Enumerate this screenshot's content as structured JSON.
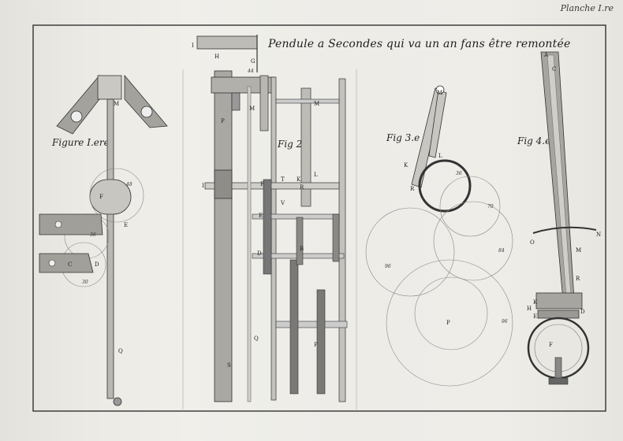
{
  "plate": {
    "label": "Planche I.re",
    "title": "Pendule a Secondes qui va un an fans être remontée"
  },
  "figures": [
    {
      "label": "Figure I.ere"
    },
    {
      "label": "Fig 2.e"
    },
    {
      "label": "Fig 3.e"
    },
    {
      "label": "Fig 4.e"
    }
  ],
  "letters": {
    "fig1": [
      "M",
      "F",
      "E",
      "C",
      "D",
      "Q"
    ],
    "fig1_numbers": [
      "48",
      "36",
      "30"
    ],
    "fig2": [
      "I",
      "H",
      "G",
      "44",
      "M",
      "M",
      "P",
      "T",
      "K",
      "L",
      "R",
      "I",
      "F",
      "V",
      "E",
      "D",
      "B",
      "Q",
      "P",
      "S"
    ],
    "fig3": [
      "M",
      "L",
      "K",
      "R",
      "P"
    ],
    "fig3_numbers": [
      "36",
      "70",
      "96",
      "84",
      "96"
    ],
    "fig4": [
      "A",
      "C",
      "O",
      "N",
      "M",
      "R",
      "K",
      "H",
      "E",
      "D",
      "F"
    ]
  },
  "colors": {
    "ink": "#2a2a2a",
    "paper": "#eeede8",
    "shade": "#8a8a86"
  }
}
